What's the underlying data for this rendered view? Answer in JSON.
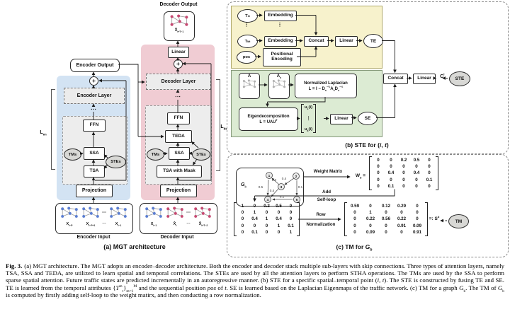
{
  "colors": {
    "encoder_fill": "#d3e3f3",
    "decoder_fill": "#f0ccd3",
    "te_branch_fill": "#f7f2cc",
    "se_branch_fill": "#dcebd3",
    "node_blue": "#5b7ed1",
    "node_pink": "#c64a72",
    "ellipse_gray": "#d8d8d5"
  },
  "panel_a": {
    "decoder_output_label": "Decoder Output",
    "dec_out_var": [
      {
        "t": "X̂"
      },
      {
        "t": "t+T−1",
        "s": "sub"
      }
    ],
    "encoder_output": "Encoder Output",
    "plus": "+",
    "dots": "⋯",
    "encoder": {
      "layer": "Encoder Layer",
      "ffn": "FFN",
      "ssa": "SSA",
      "tsa": "TSA",
      "tms": "TMs",
      "stes": "STEs",
      "projection": "Projection",
      "depth": [
        {
          "t": "L"
        },
        {
          "t": "en",
          "s": "sub"
        }
      ]
    },
    "decoder": {
      "linear": "Linear",
      "layer": "Decoder Layer",
      "ffn": "FFN",
      "teda": "TEDA",
      "ssa": "SSA",
      "tsa_mask": "TSA with Mask",
      "tms": "TMs",
      "stes": "STEs",
      "projection": "Projection",
      "depth": [
        {
          "t": "L"
        },
        {
          "t": "de",
          "s": "sub"
        }
      ]
    },
    "enc_input_labels": [
      [
        {
          "t": "X"
        },
        {
          "t": "t−P",
          "s": "sub"
        }
      ],
      [
        {
          "t": "X"
        },
        {
          "t": "t−P+1",
          "s": "sub"
        }
      ],
      [
        {
          "t": "⋯"
        }
      ],
      [
        {
          "t": "X"
        },
        {
          "t": "t−1",
          "s": "sub"
        }
      ]
    ],
    "dec_input_labels": [
      [
        {
          "t": "X"
        },
        {
          "t": "t−1",
          "s": "sub"
        }
      ],
      [
        {
          "t": "X̂"
        },
        {
          "t": "t",
          "s": "sub"
        }
      ],
      [
        {
          "t": "⋯"
        }
      ],
      [
        {
          "t": "X̂"
        },
        {
          "t": "t+T−2",
          "s": "sub"
        }
      ]
    ],
    "enc_input_title": "Encoder Input",
    "dec_input_title": "Decoder Input",
    "caption": "(a) MGT architecture"
  },
  "panel_b": {
    "vdots": "⋮",
    "t1": [
      {
        "t": "T"
      },
      {
        "t": "1",
        "s": "sup"
      },
      {
        "t": "t",
        "s": "sub"
      }
    ],
    "tM": [
      {
        "t": "T"
      },
      {
        "t": "M",
        "s": "sup"
      },
      {
        "t": "t",
        "s": "sub"
      }
    ],
    "pos": "pos",
    "embedding1": "Embedding",
    "embedding2": "Embedding",
    "pos_enc": "Positional Encoding",
    "concat1": "Concat",
    "linear1": "Linear",
    "te": "TE",
    "a_label": "A",
    "as_label": [
      {
        "t": "A"
      },
      {
        "t": "s",
        "s": "sub"
      }
    ],
    "norm_lap_title": "Normalized Laplacian",
    "norm_lap_formula": [
      {
        "t": "L = I − D"
      },
      {
        "t": "s",
        "s": "sub"
      },
      {
        "t": "−½",
        "s": "sup"
      },
      {
        "t": "A"
      },
      {
        "t": "s",
        "s": "sub"
      },
      {
        "t": "D"
      },
      {
        "t": "s",
        "s": "sub"
      },
      {
        "t": "−½",
        "s": "sup"
      }
    ],
    "eigen_title": "Eigendecomposition",
    "eigen_formula": [
      {
        "t": "L = UΛU"
      },
      {
        "t": "T",
        "s": "sup"
      }
    ],
    "vec_top": [
      {
        "t": "u"
      },
      {
        "t": "1",
        "s": "sub"
      },
      {
        "t": "(i)"
      }
    ],
    "vec_dots": "⋮",
    "vec_bottom": [
      {
        "t": "u"
      },
      {
        "t": "k",
        "s": "sub"
      },
      {
        "t": "(i)"
      }
    ],
    "linear2": "Linear",
    "se": "SE",
    "concat2": "Concat",
    "linear3": "Linear",
    "c_out": [
      {
        "t": "C"
      },
      {
        "t": "i",
        "s": "sup"
      },
      {
        "t": "t",
        "s": "sub"
      }
    ],
    "ste": "STE",
    "caption": [
      {
        "t": "(b) STE for ("
      },
      {
        "t": "i",
        "s": "i"
      },
      {
        "t": ", "
      },
      {
        "t": "t",
        "s": "i"
      },
      {
        "t": ")"
      }
    ]
  },
  "panel_c": {
    "gb_label": [
      {
        "t": "G",
        "s": "bi"
      },
      {
        "t": "b",
        "s": "sub"
      }
    ],
    "node_labels": [
      "1",
      "2",
      "3",
      "4",
      "5"
    ],
    "edge_weights": [
      "0.2",
      "0.4",
      "0.5",
      "0.4",
      "0.1",
      "0.1"
    ],
    "weight_matrix_label": "Weight Matrix",
    "wb_label": [
      {
        "t": "W"
      },
      {
        "t": "b",
        "s": "sub"
      },
      {
        "t": " ="
      }
    ],
    "weight_matrix": [
      [
        "0",
        "0",
        "0.2",
        "0.5",
        "0"
      ],
      [
        "0",
        "0",
        "0",
        "0",
        "0"
      ],
      [
        "0",
        "0.4",
        "0",
        "0.4",
        "0"
      ],
      [
        "0",
        "0",
        "0",
        "0",
        "0.1"
      ],
      [
        "0",
        "0.1",
        "0",
        "0",
        "0"
      ]
    ],
    "add_label": "Add",
    "selfloop_label": "Self-loop",
    "selfloop_matrix": [
      [
        "1",
        "0",
        "0.2",
        "0.5",
        "0"
      ],
      [
        "0",
        "1",
        "0",
        "0",
        "0"
      ],
      [
        "0",
        "0.4",
        "1",
        "0.4",
        "0"
      ],
      [
        "0",
        "0",
        "0",
        "1",
        "0.1"
      ],
      [
        "0",
        "0.1",
        "0",
        "0",
        "1"
      ]
    ],
    "row_label": "Row",
    "normalization_label": "Normalization",
    "norm_matrix": [
      [
        "0.59",
        "0",
        "0.12",
        "0.29",
        "0"
      ],
      [
        "0",
        "1",
        "0",
        "0",
        "0"
      ],
      [
        "0",
        "0.22",
        "0.56",
        "0.22",
        "0"
      ],
      [
        "0",
        "0",
        "0",
        "0.91",
        "0.09"
      ],
      [
        "0",
        "0.09",
        "0",
        "0",
        "0.91"
      ]
    ],
    "sb_label": [
      {
        "t": "=: S"
      },
      {
        "t": "b",
        "s": "sup"
      }
    ],
    "tm": "TM",
    "caption": [
      {
        "t": "(c) TM for "
      },
      {
        "t": "G",
        "s": "bi"
      },
      {
        "t": "b",
        "s": "sub"
      }
    ]
  },
  "figure_caption": {
    "label": "Fig. 3.",
    "rich": [
      {
        "t": "(a) MGT architecture. The MGT adopts an encoder–decoder architecture. Both the encoder and decoder stack multiple sub-layers with skip connections. Three types of attention layers, namely TSA, SSA and TEDA, are utilized to learn spatial and temporal correlations. The STEs are used by all the attention layers to perform STHA operations. The TMs are used by the SSA to perform sparse spatial attention. Future traffic states are predicted incrementally in an autoregressive manner. (b) STE for a specific spatial–temporal point ("
      },
      {
        "t": "i, t",
        "s": "i"
      },
      {
        "t": "). The STE is constructed by fusing TE and SE. TE is learned from the temporal attributes {"
      },
      {
        "t": "T",
        "s": "i"
      },
      {
        "t": "m",
        "s": "sup"
      },
      {
        "t": "t",
        "s": "sub"
      },
      {
        "t": "}"
      },
      {
        "t": "m=1",
        "s": "sub"
      },
      {
        "t": "M",
        "s": "sup"
      },
      {
        "t": " and the sequential position "
      },
      {
        "t": "pos",
        "s": "i"
      },
      {
        "t": " of "
      },
      {
        "t": "t",
        "s": "i"
      },
      {
        "t": ". SE is learned based on the Laplacian Eigenmaps of the traffic network. (c) TM for a graph "
      },
      {
        "t": "G",
        "s": "i"
      },
      {
        "t": "b",
        "s": "sub"
      },
      {
        "t": ". The TM of "
      },
      {
        "t": "G",
        "s": "i"
      },
      {
        "t": "b",
        "s": "sub"
      },
      {
        "t": " is computed by firstly adding self-loop to the weight matirx, and then conducting a row normalization."
      }
    ]
  }
}
